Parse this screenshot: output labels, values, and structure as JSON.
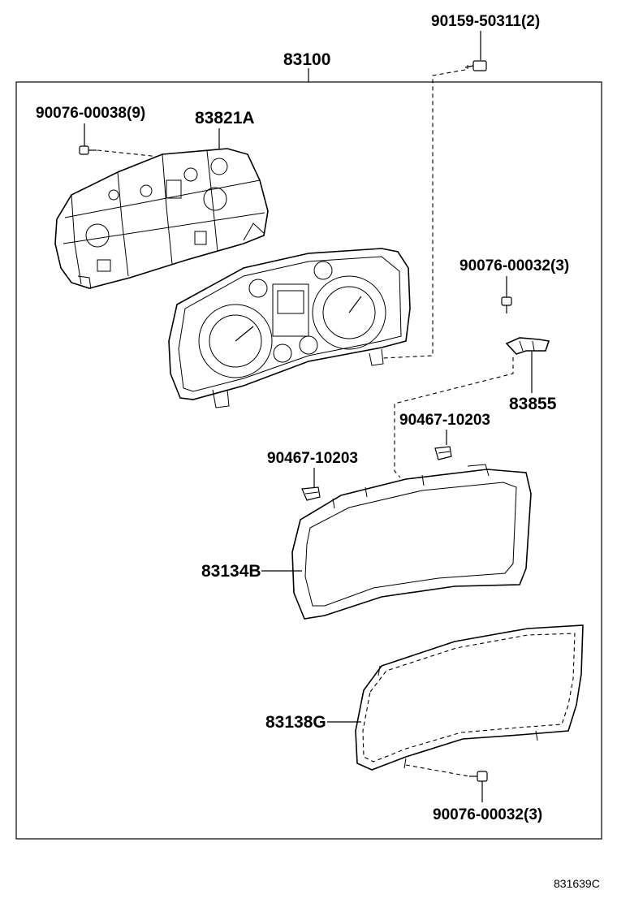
{
  "diagram": {
    "reference_code": "831639C",
    "assembly_label": "83100",
    "labels": {
      "screw_top_right": "90159-50311(2)",
      "screw_rear_case": "90076-00038(9)",
      "rear_case": "83821A",
      "screw_bracket": "90076-00032(3)",
      "bracket": "83855",
      "clip_right": "90467-10203",
      "clip_left": "90467-10203",
      "bezel": "83134B",
      "glass": "83138G",
      "screw_glass": "90076-00032(3)"
    }
  }
}
